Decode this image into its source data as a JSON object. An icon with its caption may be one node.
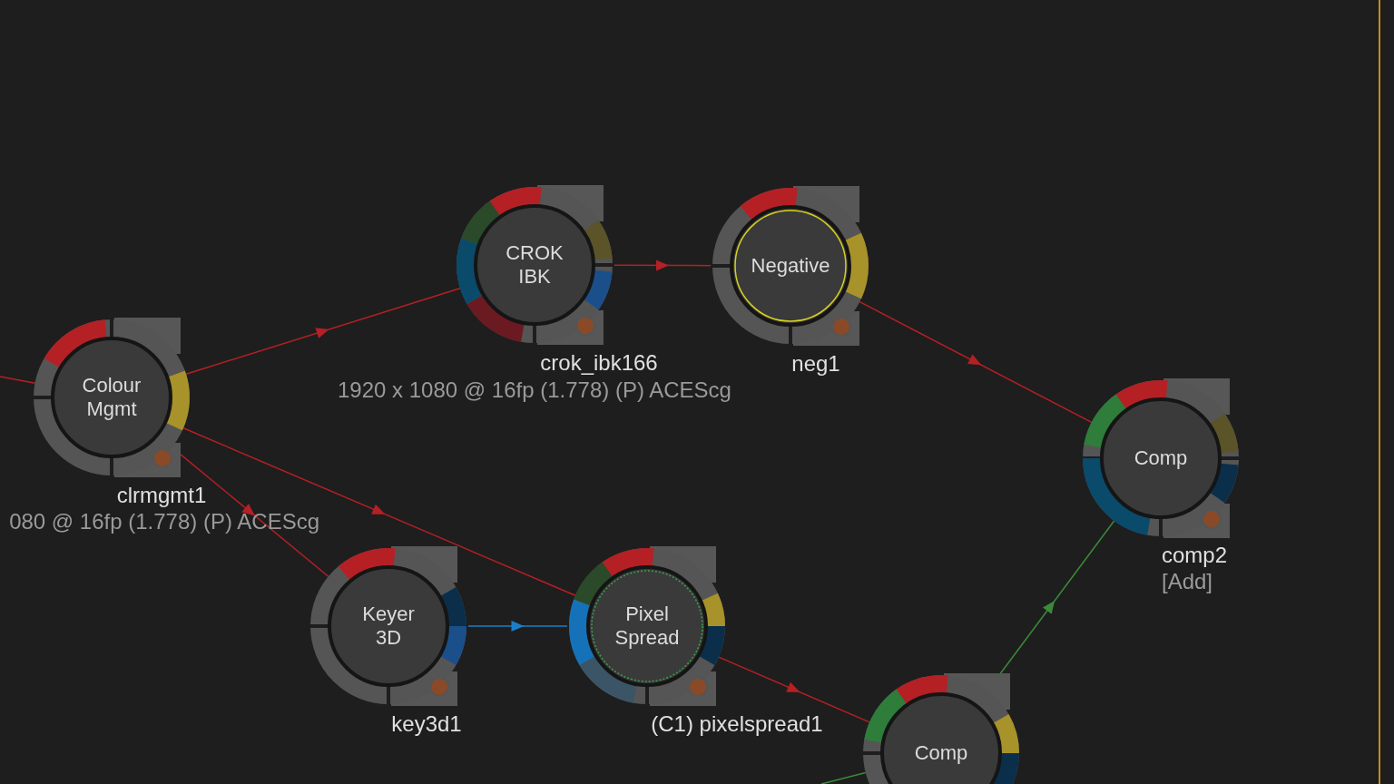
{
  "diagram": {
    "nodes": [
      {
        "text": [
          "Colour Mgmt"
        ],
        "beside": [
          "clrmgmt1",
          "080 @ 16fp (1.778) (P) ACEScg"
        ]
      },
      {
        "text": [
          "CROK IBK"
        ],
        "beside": [
          "crok_ibk166",
          "1920 x 1080 @ 16fp (1.778) (P) ACEScg"
        ]
      },
      {
        "text": [
          "Negative"
        ],
        "beside": [
          "neg1"
        ]
      },
      {
        "text": [
          "Comp"
        ],
        "beside": [
          "comp2",
          "[Add]"
        ]
      },
      {
        "text": [
          "Keyer 3D"
        ],
        "beside": [
          "key3d1"
        ]
      },
      {
        "text": [
          "Pixel Spread"
        ],
        "beside": [
          "(C1) pixelspread1"
        ]
      },
      {
        "text": [
          "Comp"
        ]
      }
    ],
    "edges": [
      {
        "from": null,
        "to": 0,
        "arrow": "none"
      },
      {
        "from": 0,
        "to": 1,
        "arrow": "to"
      },
      {
        "from": 1,
        "to": 2,
        "arrow": "to"
      },
      {
        "from": 2,
        "to": 3,
        "arrow": "to"
      },
      {
        "from": 0,
        "to": 4,
        "arrow": "to"
      },
      {
        "from": 0,
        "to": 5,
        "arrow": "to"
      },
      {
        "from": 4,
        "to": 5,
        "arrow": "to",
        "color": "#1a7fc8"
      },
      {
        "from": 5,
        "to": 6,
        "arrow": "to"
      },
      {
        "from": 6,
        "to": 3,
        "arrow": "to",
        "color": "#3a8a3a"
      },
      {
        "from": null,
        "to": 6,
        "arrow": "none",
        "color": "#3a8a3a"
      }
    ]
  }
}
